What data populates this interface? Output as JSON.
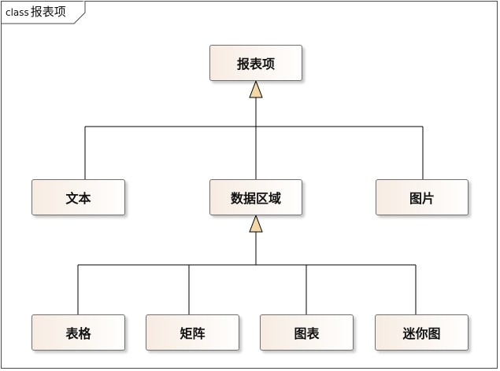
{
  "diagram": {
    "keyword": "class",
    "name": "报表项"
  },
  "nodes": {
    "root": "报表项",
    "text": "文本",
    "data_area": "数据区域",
    "image": "图片",
    "table": "表格",
    "matrix": "矩阵",
    "chart": "图表",
    "sparkline": "迷你图"
  },
  "relationships": [
    {
      "type": "generalization",
      "child": "文本",
      "parent": "报表项"
    },
    {
      "type": "generalization",
      "child": "数据区域",
      "parent": "报表项"
    },
    {
      "type": "generalization",
      "child": "图片",
      "parent": "报表项"
    },
    {
      "type": "generalization",
      "child": "表格",
      "parent": "数据区域"
    },
    {
      "type": "generalization",
      "child": "矩阵",
      "parent": "数据区域"
    },
    {
      "type": "generalization",
      "child": "图表",
      "parent": "数据区域"
    },
    {
      "type": "generalization",
      "child": "迷你图",
      "parent": "数据区域"
    }
  ],
  "colors": {
    "node_fill_start": "#f7ece2",
    "node_fill_end": "#ffffff",
    "node_border": "#6f6f6f",
    "line": "#000000",
    "arrowhead_fill": "#f3d9a8"
  }
}
